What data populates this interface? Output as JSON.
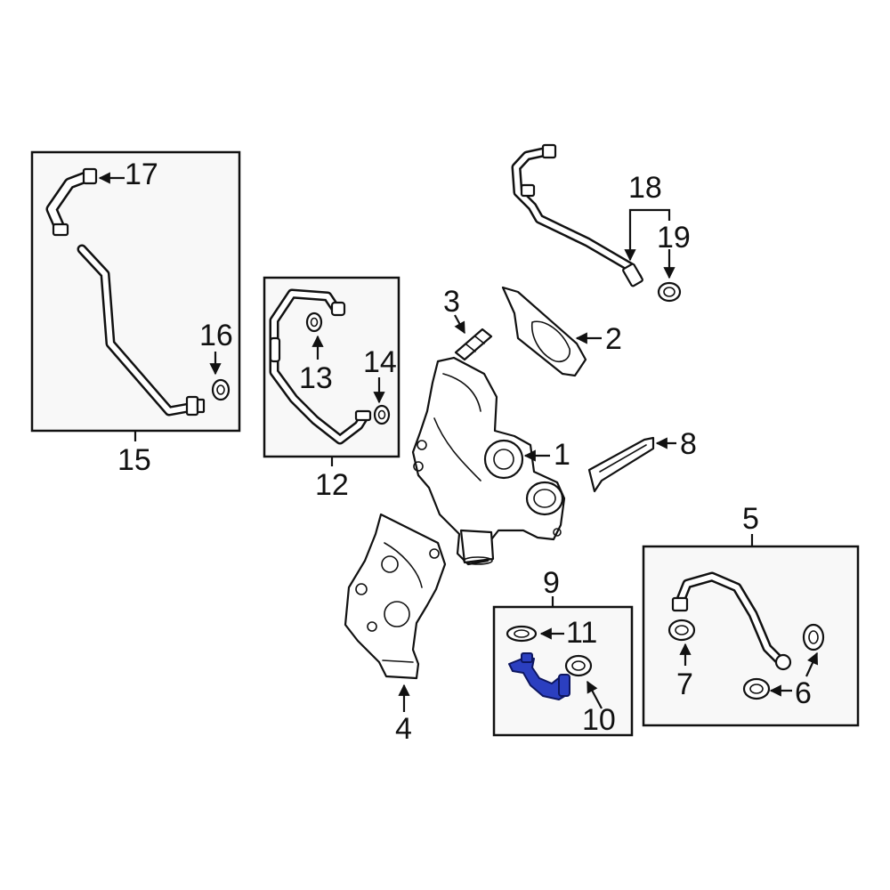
{
  "callouts": {
    "c1": "1",
    "c2": "2",
    "c3": "3",
    "c4": "4",
    "c5": "5",
    "c6": "6",
    "c7": "7",
    "c8": "8",
    "c9": "9",
    "c10": "10",
    "c11": "11",
    "c12": "12",
    "c13": "13",
    "c14": "14",
    "c15": "15",
    "c16": "16",
    "c17": "17",
    "c18": "18",
    "c19": "19"
  },
  "highlighted_part": "10",
  "colors": {
    "highlight": "#2b3fc0",
    "line": "#111111",
    "box_fill": "#f8f8f8"
  }
}
